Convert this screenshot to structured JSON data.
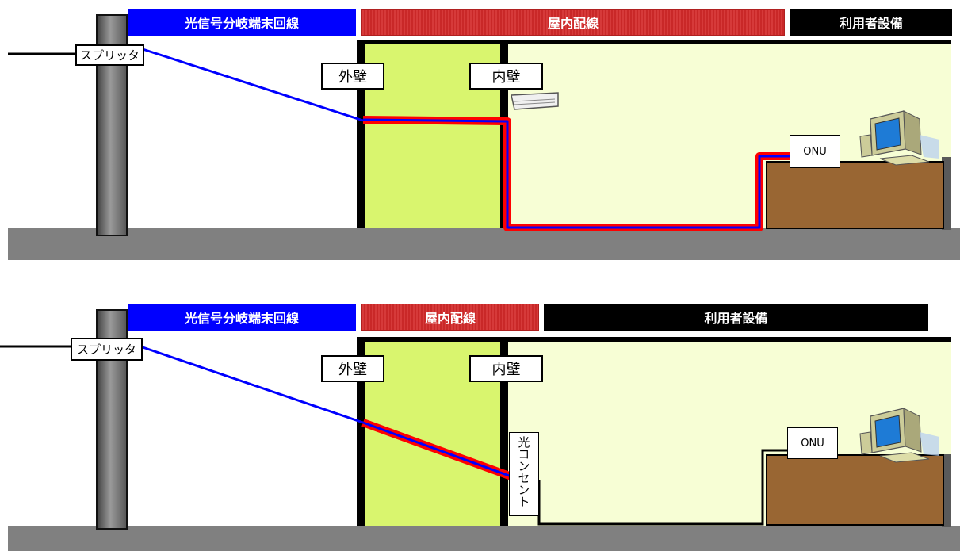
{
  "top": {
    "bands": {
      "optical_line": "光信号分岐端末回線",
      "indoor_wiring": "屋内配線",
      "user_equipment": "利用者設備"
    },
    "labels": {
      "splitter": "スプリッタ",
      "outer_wall": "外壁",
      "inner_wall": "内壁",
      "onu": "ONU"
    }
  },
  "bottom": {
    "bands": {
      "optical_line": "光信号分岐端末回線",
      "indoor_wiring": "屋内配線",
      "user_equipment": "利用者設備"
    },
    "labels": {
      "splitter": "スプリッタ",
      "outer_wall": "外壁",
      "inner_wall": "内壁",
      "optical_outlet": "光コンセント",
      "onu": "ONU"
    }
  },
  "colors": {
    "optical_line_band": "#0000ff",
    "indoor_wiring_band": "#d63a3a",
    "user_equipment_band": "#000000",
    "fiber": "#0000ff",
    "indoor_cable_sheath": "#ff0000",
    "user_cable": "#000000",
    "wall_zone": "#d9f56e",
    "room": "#f7fed5",
    "ground": "#808080",
    "desk": "#996633"
  },
  "icons": [
    "utility-pole-icon",
    "air-conditioner-icon",
    "computer-icon",
    "optical-outlet-icon"
  ]
}
